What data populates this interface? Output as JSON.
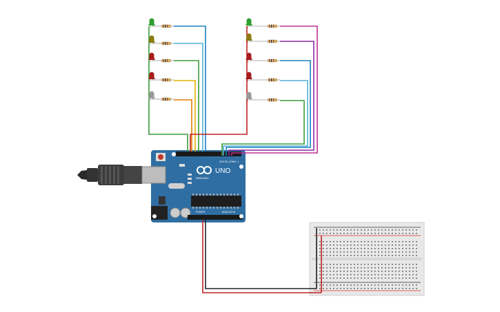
{
  "board": {
    "model_label": "UNO",
    "brand_label": "ARDUINO",
    "digital_label": "DIGITAL (PWM ~)",
    "power_label": "POWER",
    "analog_label": "ANALOG IN",
    "color": "#2f6ea3"
  },
  "leds": {
    "left": [
      {
        "color": "#2e9e2e",
        "wire": "#1a7fc1"
      },
      {
        "color": "#8a7a10",
        "wire": "#4cb0d6"
      },
      {
        "color": "#a81c1c",
        "wire": "#3a9b3a"
      },
      {
        "color": "#a81c1c",
        "wire": "#e0b200"
      },
      {
        "color": "#9a9a9a",
        "wire": "#e07b00"
      }
    ],
    "right": [
      {
        "color": "#2e9e2e",
        "wire": "#c0308f"
      },
      {
        "color": "#8a7a10",
        "wire": "#8a2aa0"
      },
      {
        "color": "#a81c1c",
        "wire": "#1a7fc1"
      },
      {
        "color": "#a81c1c",
        "wire": "#4cb0d6"
      },
      {
        "color": "#9a9a9a",
        "wire": "#3a9b3a"
      }
    ]
  },
  "common_wire_colors": {
    "ground_left": "#3a9b3a",
    "ground_right": "#c02020",
    "power": "#c02020",
    "ground": "#222222"
  },
  "breadboard": {
    "color": "#e8e8e8",
    "rail_red": "#d33",
    "rail_blue": "#333"
  }
}
